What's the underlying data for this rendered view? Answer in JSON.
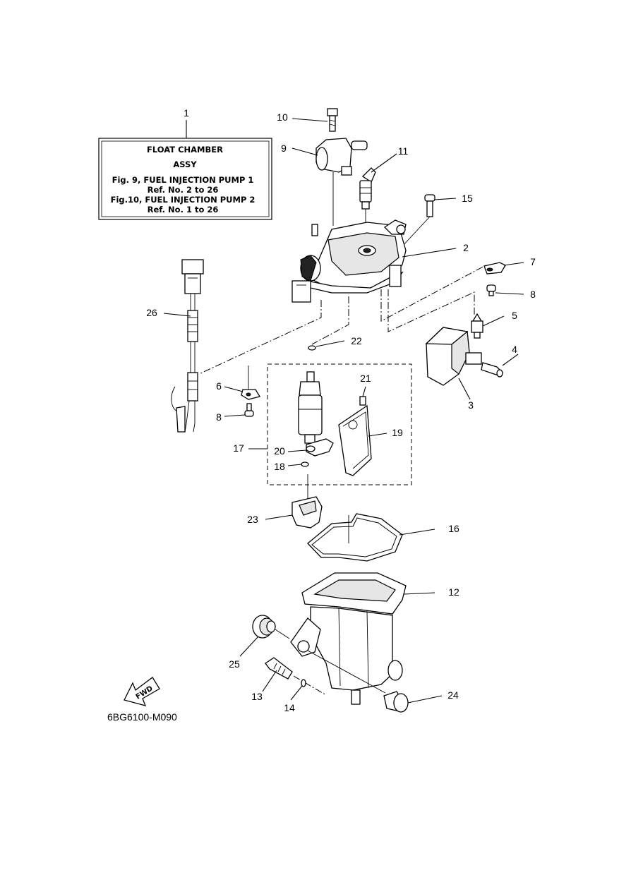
{
  "note_box": {
    "lines": [
      "FLOAT CHAMBER",
      "ASSY",
      "Fig.  9, FUEL INJECTION PUMP 1",
      "Ref. No. 2 to 26",
      "Fig.10, FUEL INJECTION PUMP 2",
      "Ref. No. 1 to 26"
    ]
  },
  "fwd_label": "FWD",
  "diagram_code": "6BG6100-M090",
  "callouts": {
    "c1": "1",
    "c2": "2",
    "c3": "3",
    "c4": "4",
    "c5": "5",
    "c6": "6",
    "c7": "7",
    "c8a": "8",
    "c8b": "8",
    "c9": "9",
    "c10": "10",
    "c11": "11",
    "c12": "12",
    "c13": "13",
    "c14": "14",
    "c15": "15",
    "c16": "16",
    "c17": "17",
    "c18": "18",
    "c19": "19",
    "c20": "20",
    "c21": "21",
    "c22": "22",
    "c23": "23",
    "c24": "24",
    "c25": "25",
    "c26": "26"
  }
}
